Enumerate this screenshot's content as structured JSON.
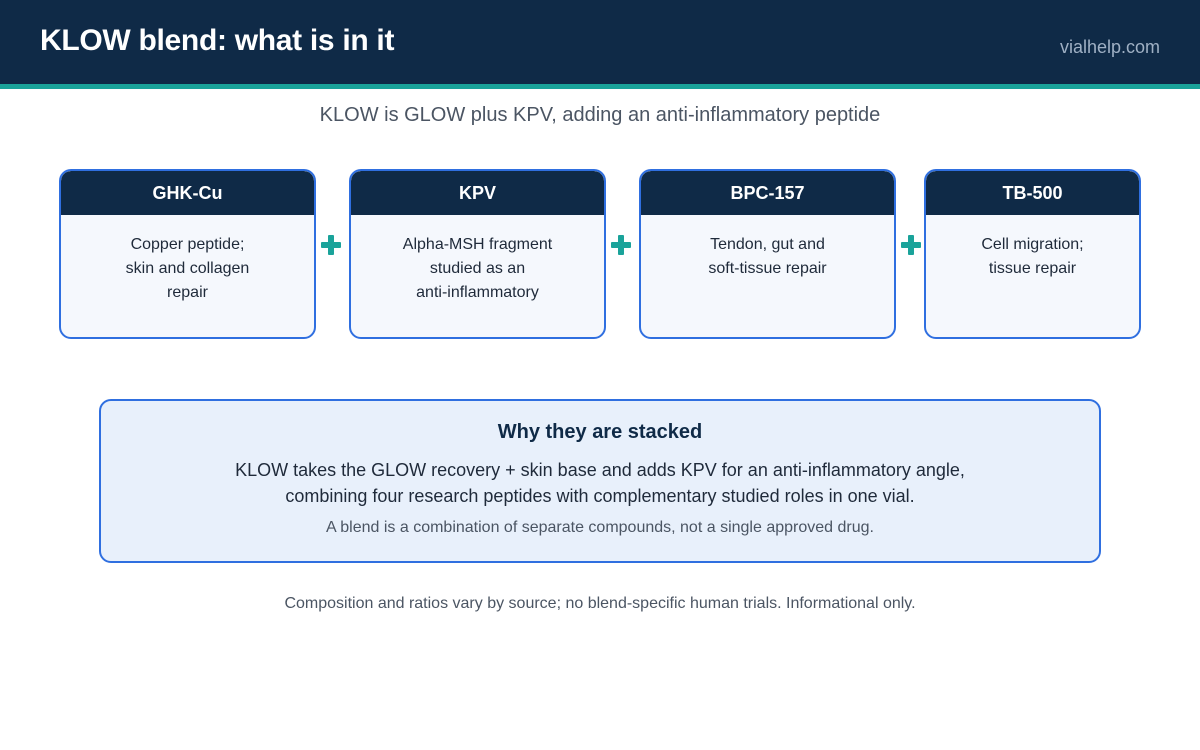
{
  "header": {
    "title": "KLOW blend: what is in it",
    "site": "vialhelp.com"
  },
  "subtitle": "KLOW is GLOW plus KPV, adding an anti-inflammatory peptide",
  "components": [
    {
      "name": "GHK-Cu",
      "lines": [
        "Copper peptide;",
        "skin and collagen",
        "repair"
      ]
    },
    {
      "name": "KPV",
      "lines": [
        "Alpha-MSH fragment",
        "studied as an",
        "anti-inflammatory"
      ]
    },
    {
      "name": "BPC-157",
      "lines": [
        "Tendon, gut and",
        "soft-tissue repair"
      ]
    },
    {
      "name": "TB-500",
      "lines": [
        "Cell migration;",
        "tissue repair"
      ]
    }
  ],
  "why": {
    "title": "Why they are stacked",
    "lines": [
      "KLOW takes the GLOW recovery + skin base and adds KPV for an anti-inflammatory angle,",
      "combining four research peptides with complementary studied roles in one vial."
    ],
    "note": "A blend is a combination of separate compounds, not a single approved drug."
  },
  "footnote": "Composition and ratios vary by source; no blend-specific human trials. Informational only.",
  "colors": {
    "header_bg": "#0f2a47",
    "accent_teal": "#1aa39a",
    "card_border": "#2f6fe0",
    "card_bg": "#f5f8fd",
    "why_bg": "#e8f0fb"
  }
}
